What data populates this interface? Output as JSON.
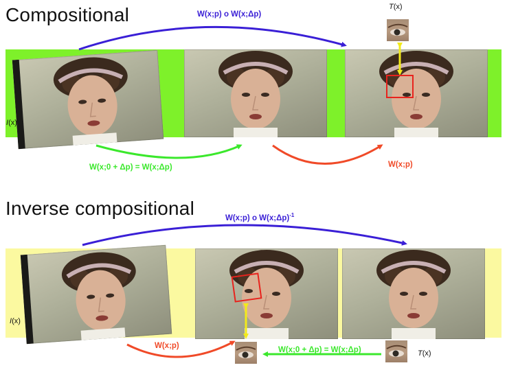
{
  "top": {
    "title": "Compositional",
    "arrow_top_label": "W(x;p) o W(x;Δp)",
    "arrow_green_label": "W(x;0 + Δp) = W(x;Δp)",
    "arrow_red_label": "W(x;p)",
    "image_label_var": "I",
    "image_label_arg": "(x)",
    "template_label_var": "T",
    "template_label_arg": "(x)",
    "band_color": "#7ef12a"
  },
  "bottom": {
    "title": "Inverse compositional",
    "arrow_top_label_main": "W(x;p) o W(x;Δp)",
    "arrow_top_label_sup": "-1",
    "arrow_red_label": "W(x;p)",
    "arrow_green_label": "W(x;0 + Δp) = W(x;Δp)",
    "image_label_var": "I",
    "image_label_arg": "(x)",
    "template_label_var": "T",
    "template_label_arg": "(x)",
    "band_color": "#fbf9a0"
  },
  "colors": {
    "blue_arrow": "#3a1fd6",
    "green_arrow": "#3be82c",
    "red_arrow": "#f04a28",
    "yellow_arrow": "#f2ea1a",
    "roi_box": "#e8231d"
  }
}
